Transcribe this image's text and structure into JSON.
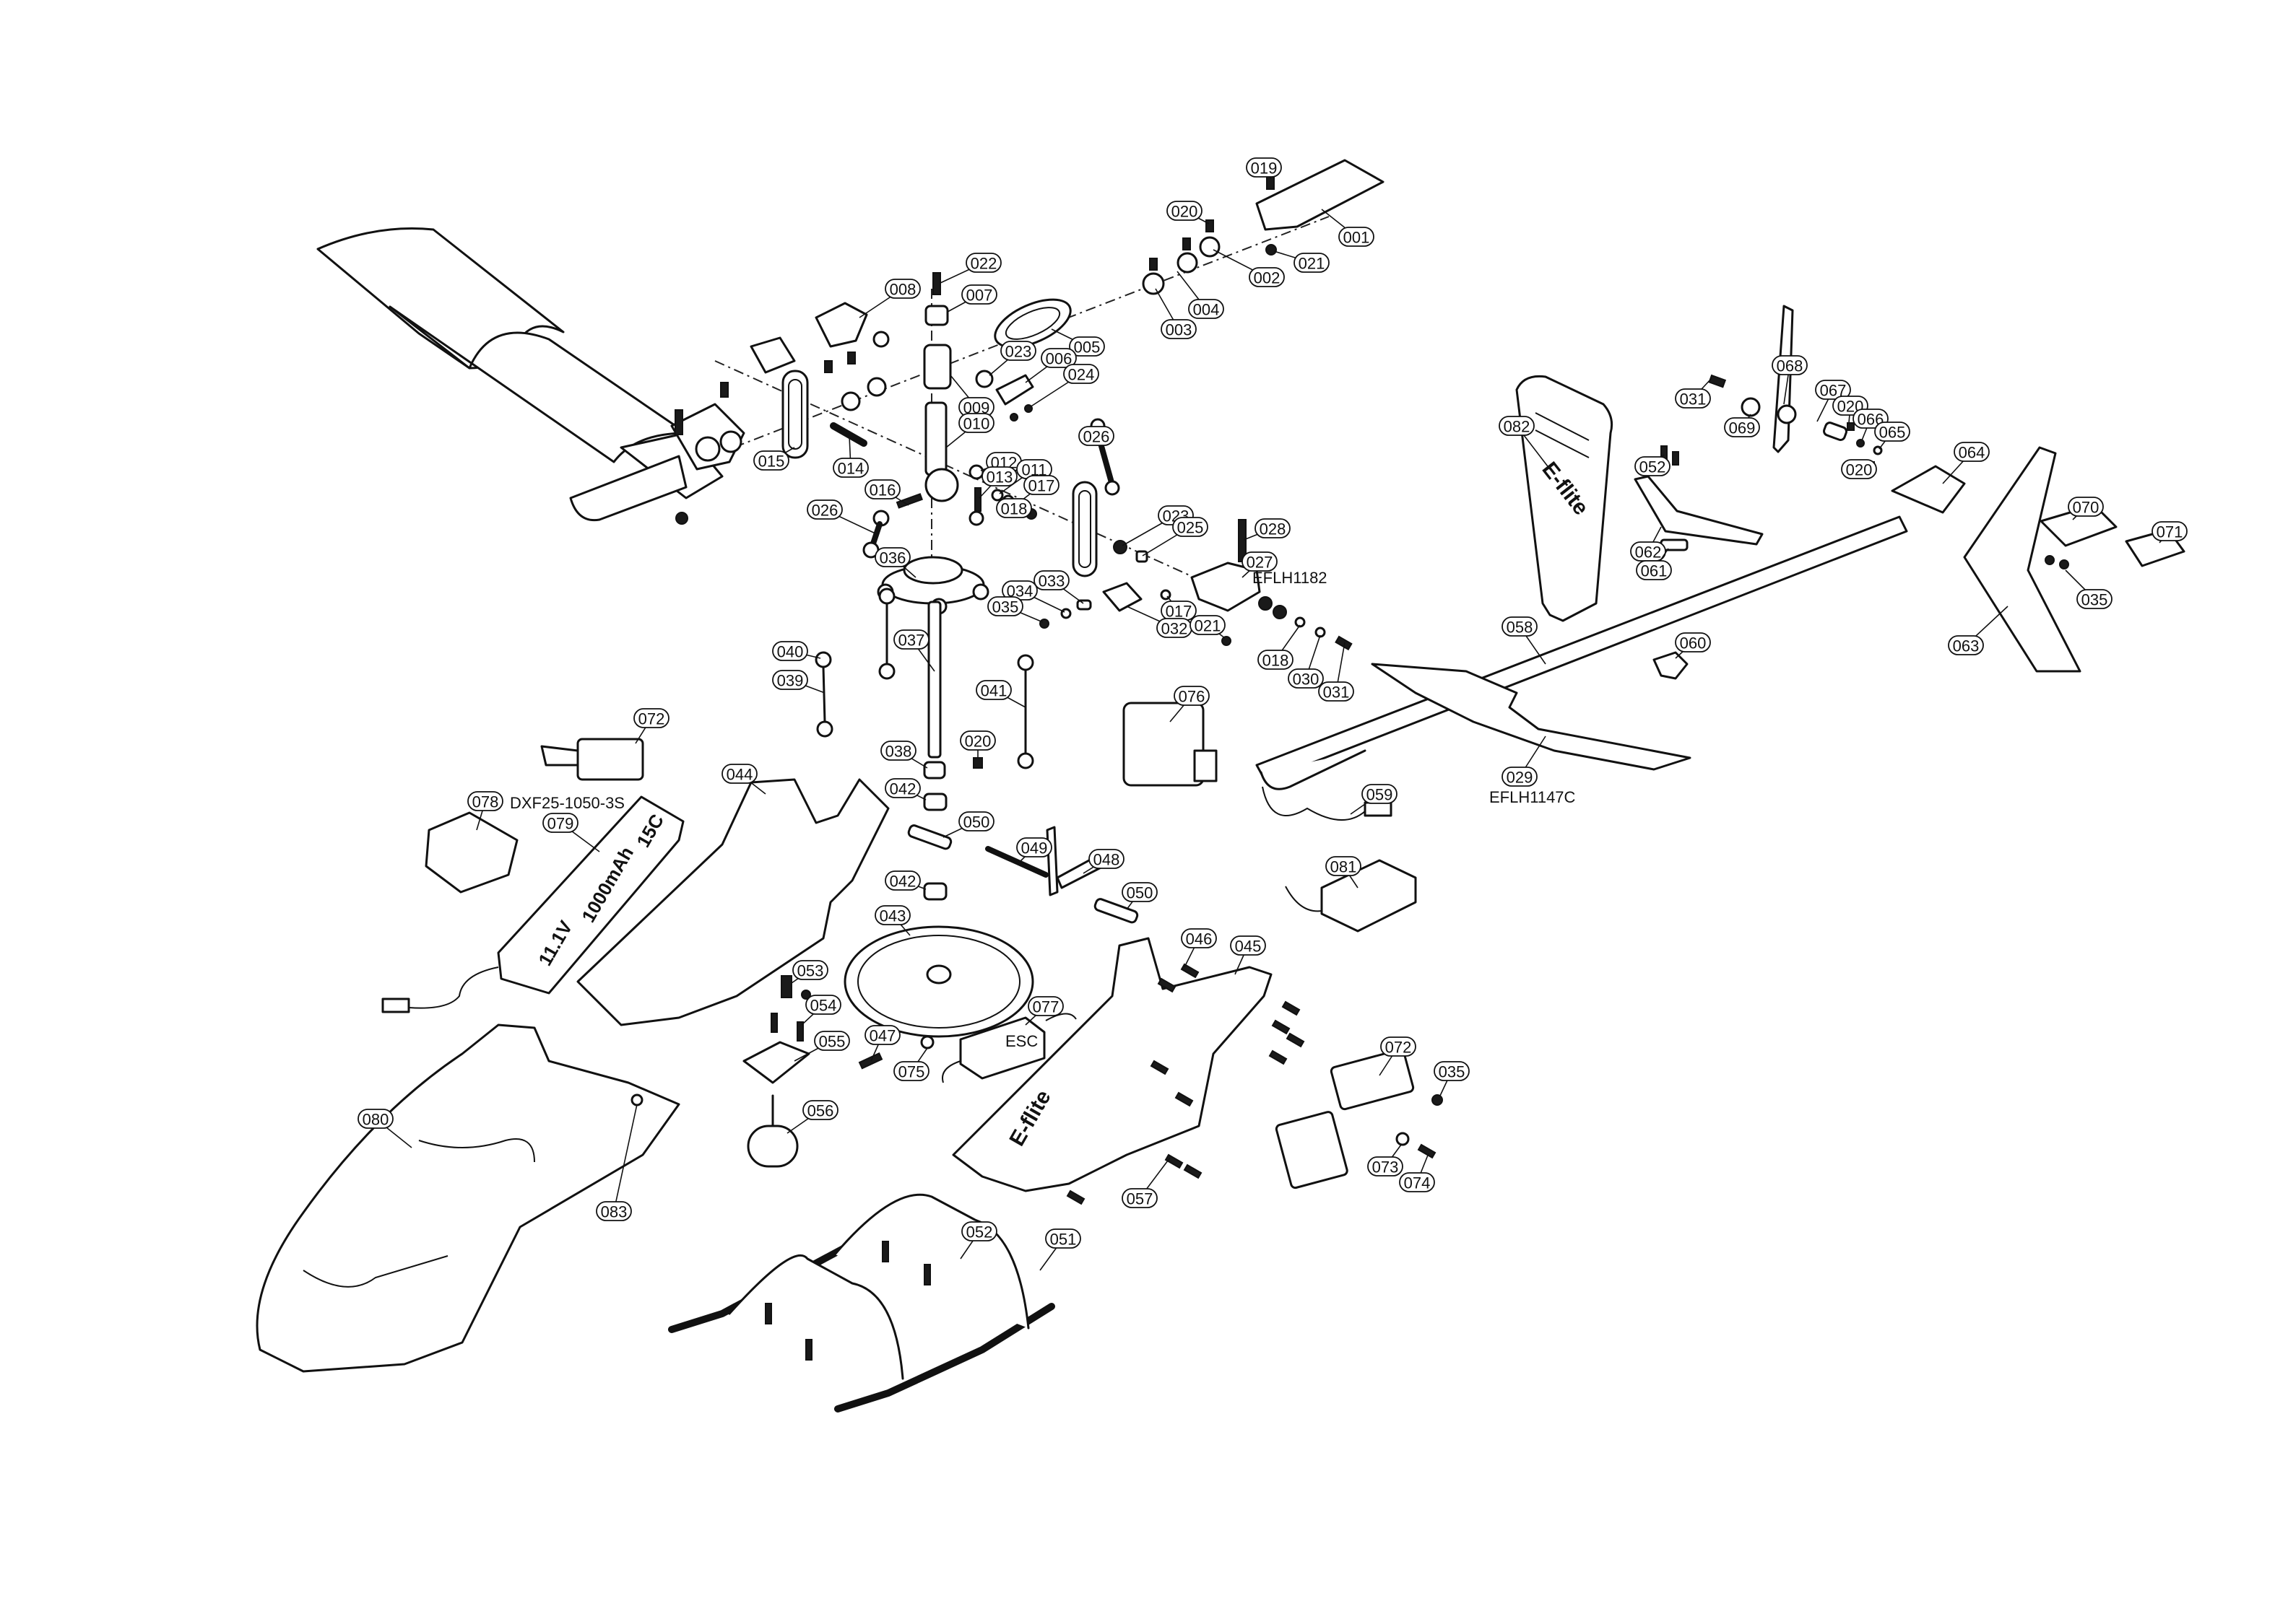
{
  "diagram": {
    "title": "Helicopter exploded parts diagram",
    "callouts": [
      {
        "id": "c001",
        "label": "001"
      },
      {
        "id": "c019",
        "label": "019"
      },
      {
        "id": "c020a",
        "label": "020"
      },
      {
        "id": "c021a",
        "label": "021"
      },
      {
        "id": "c002",
        "label": "002"
      },
      {
        "id": "c004",
        "label": "004"
      },
      {
        "id": "c003",
        "label": "003"
      },
      {
        "id": "c005",
        "label": "005"
      },
      {
        "id": "c022",
        "label": "022"
      },
      {
        "id": "c007",
        "label": "007"
      },
      {
        "id": "c008",
        "label": "008"
      },
      {
        "id": "c023a",
        "label": "023"
      },
      {
        "id": "c006",
        "label": "006"
      },
      {
        "id": "c024",
        "label": "024"
      },
      {
        "id": "c009",
        "label": "009"
      },
      {
        "id": "c010",
        "label": "010"
      },
      {
        "id": "c015",
        "label": "015"
      },
      {
        "id": "c014",
        "label": "014"
      },
      {
        "id": "c026a",
        "label": "026"
      },
      {
        "id": "c012",
        "label": "012"
      },
      {
        "id": "c013",
        "label": "013"
      },
      {
        "id": "c011",
        "label": "011"
      },
      {
        "id": "c017a",
        "label": "017"
      },
      {
        "id": "c016",
        "label": "016"
      },
      {
        "id": "c026b",
        "label": "026"
      },
      {
        "id": "c018a",
        "label": "018"
      },
      {
        "id": "c023b",
        "label": "023"
      },
      {
        "id": "c025",
        "label": "025"
      },
      {
        "id": "c028",
        "label": "028"
      },
      {
        "id": "c027",
        "label": "027"
      },
      {
        "id": "c036",
        "label": "036"
      },
      {
        "id": "c033",
        "label": "033"
      },
      {
        "id": "c034",
        "label": "034"
      },
      {
        "id": "c035a",
        "label": "035"
      },
      {
        "id": "c017b",
        "label": "017"
      },
      {
        "id": "c032",
        "label": "032"
      },
      {
        "id": "c021b",
        "label": "021"
      },
      {
        "id": "c037",
        "label": "037"
      },
      {
        "id": "c040",
        "label": "040"
      },
      {
        "id": "c039",
        "label": "039"
      },
      {
        "id": "c041",
        "label": "041"
      },
      {
        "id": "c018b",
        "label": "018"
      },
      {
        "id": "c030",
        "label": "030"
      },
      {
        "id": "c031a",
        "label": "031"
      },
      {
        "id": "c076",
        "label": "076"
      },
      {
        "id": "c038",
        "label": "038"
      },
      {
        "id": "c020b",
        "label": "020"
      },
      {
        "id": "c042a",
        "label": "042"
      },
      {
        "id": "c050a",
        "label": "050"
      },
      {
        "id": "c042b",
        "label": "042"
      },
      {
        "id": "c049",
        "label": "049"
      },
      {
        "id": "c048",
        "label": "048"
      },
      {
        "id": "c050b",
        "label": "050"
      },
      {
        "id": "c043",
        "label": "043"
      },
      {
        "id": "c046",
        "label": "046"
      },
      {
        "id": "c045",
        "label": "045"
      },
      {
        "id": "c081",
        "label": "081"
      },
      {
        "id": "c044",
        "label": "044"
      },
      {
        "id": "c072a",
        "label": "072"
      },
      {
        "id": "c078",
        "label": "078"
      },
      {
        "id": "c079",
        "label": "079"
      },
      {
        "id": "c053",
        "label": "053"
      },
      {
        "id": "c054",
        "label": "054"
      },
      {
        "id": "c055",
        "label": "055"
      },
      {
        "id": "c047",
        "label": "047"
      },
      {
        "id": "c075",
        "label": "075"
      },
      {
        "id": "c077",
        "label": "077"
      },
      {
        "id": "c056",
        "label": "056"
      },
      {
        "id": "c057",
        "label": "057"
      },
      {
        "id": "c052a",
        "label": "052"
      },
      {
        "id": "c051",
        "label": "051"
      },
      {
        "id": "c080",
        "label": "080"
      },
      {
        "id": "c083",
        "label": "083"
      },
      {
        "id": "c072b",
        "label": "072"
      },
      {
        "id": "c035b",
        "label": "035"
      },
      {
        "id": "c073",
        "label": "073"
      },
      {
        "id": "c074",
        "label": "074"
      },
      {
        "id": "c082",
        "label": "082"
      },
      {
        "id": "c031b",
        "label": "031"
      },
      {
        "id": "c069",
        "label": "069"
      },
      {
        "id": "c068",
        "label": "068"
      },
      {
        "id": "c067",
        "label": "067"
      },
      {
        "id": "c020c",
        "label": "020"
      },
      {
        "id": "c066",
        "label": "066"
      },
      {
        "id": "c065",
        "label": "065"
      },
      {
        "id": "c020d",
        "label": "020"
      },
      {
        "id": "c052b",
        "label": "052"
      },
      {
        "id": "c062",
        "label": "062"
      },
      {
        "id": "c061",
        "label": "061"
      },
      {
        "id": "c058",
        "label": "058"
      },
      {
        "id": "c060",
        "label": "060"
      },
      {
        "id": "c029",
        "label": "029"
      },
      {
        "id": "c059",
        "label": "059"
      },
      {
        "id": "c064",
        "label": "064"
      },
      {
        "id": "c070",
        "label": "070"
      },
      {
        "id": "c071",
        "label": "071"
      },
      {
        "id": "c035c",
        "label": "035"
      },
      {
        "id": "c063",
        "label": "063"
      }
    ],
    "part_numbers": {
      "tail_servo_arm": "EFLH1182",
      "main_blades": "EFLH1147C",
      "battery_model": "DXF25-1050-3S"
    },
    "printed_text": {
      "battery_voltage": "11.1V",
      "battery_capacity": "1000mAh",
      "battery_c_rating": "15C",
      "tail_fin_brand": "E-flite",
      "frame_brand": "E-flite",
      "esc_label": "ESC"
    }
  }
}
